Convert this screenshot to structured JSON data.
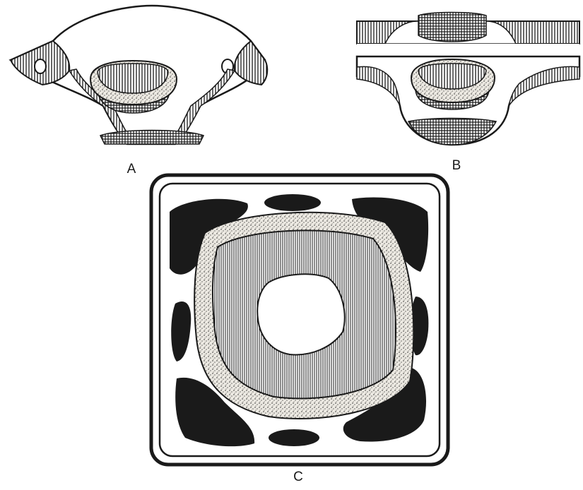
{
  "panels": {
    "a": {
      "label": "A"
    },
    "b": {
      "label": "B"
    },
    "c": {
      "label": "C"
    }
  },
  "colors": {
    "ink": "#1a1a1a",
    "paper": "#ffffff",
    "stipple": "#ece9e2"
  }
}
